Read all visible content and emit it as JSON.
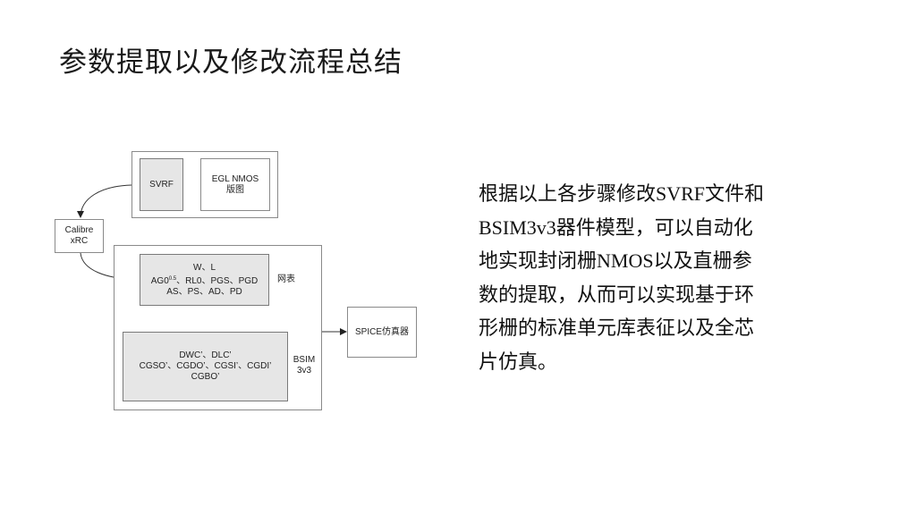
{
  "title": "参数提取以及修改流程总结",
  "diagram": {
    "svrf": "SVRF",
    "egl_line1": "EGL NMOS",
    "egl_line2": "版图",
    "calibre_line1": "Calibre",
    "calibre_line2": "xRC",
    "params_line1": "W、L",
    "params_line2_pre": "AG0",
    "params_line2_sup": "0.5",
    "params_line2_post": "、RL0、PGS、PGD",
    "params_line3": "AS、PS、AD、PD",
    "netlist": "网表",
    "model_line1": "DWC’、DLC’",
    "model_line2": "CGSO’、CGDO’、CGSI’、CGDI’",
    "model_line3": "CGBO’",
    "bsim_line1": "BSIM",
    "bsim_line2": "3v3",
    "spice": "SPICE仿真器"
  },
  "description": [
    "根据以上各步骤修改SVRF文件和",
    "BSIM3v3器件模型，可以自动化",
    "地实现封闭栅NMOS以及直栅参",
    "数的提取，从而可以实现基于环",
    "形栅的标准单元库表征以及全芯",
    "片仿真。"
  ]
}
